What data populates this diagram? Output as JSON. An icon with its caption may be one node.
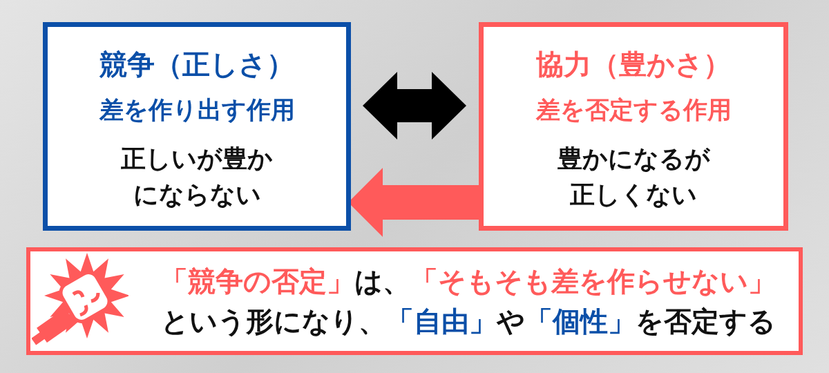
{
  "diagram": {
    "nodes": [
      {
        "text": [
          "競争（正しさ）",
          "差を作り出す作用",
          "正しいが豊かにならない"
        ]
      },
      {
        "text": [
          "協力（豊かさ）",
          "差を否定する作用",
          "豊かになるが正しくない"
        ]
      },
      {
        "text": [
          "**「競争の否定」**は、**「そもそも差を作らせない」**という形になり、**「自由」**や**「個性」**を否定する"
        ]
      }
    ],
    "edges": [
      {
        "from": 0,
        "to": 1,
        "arrow": "both"
      },
      {
        "from": 1,
        "to": 0,
        "arrow": "to",
        "color": "#ff5a5a"
      }
    ]
  }
}
